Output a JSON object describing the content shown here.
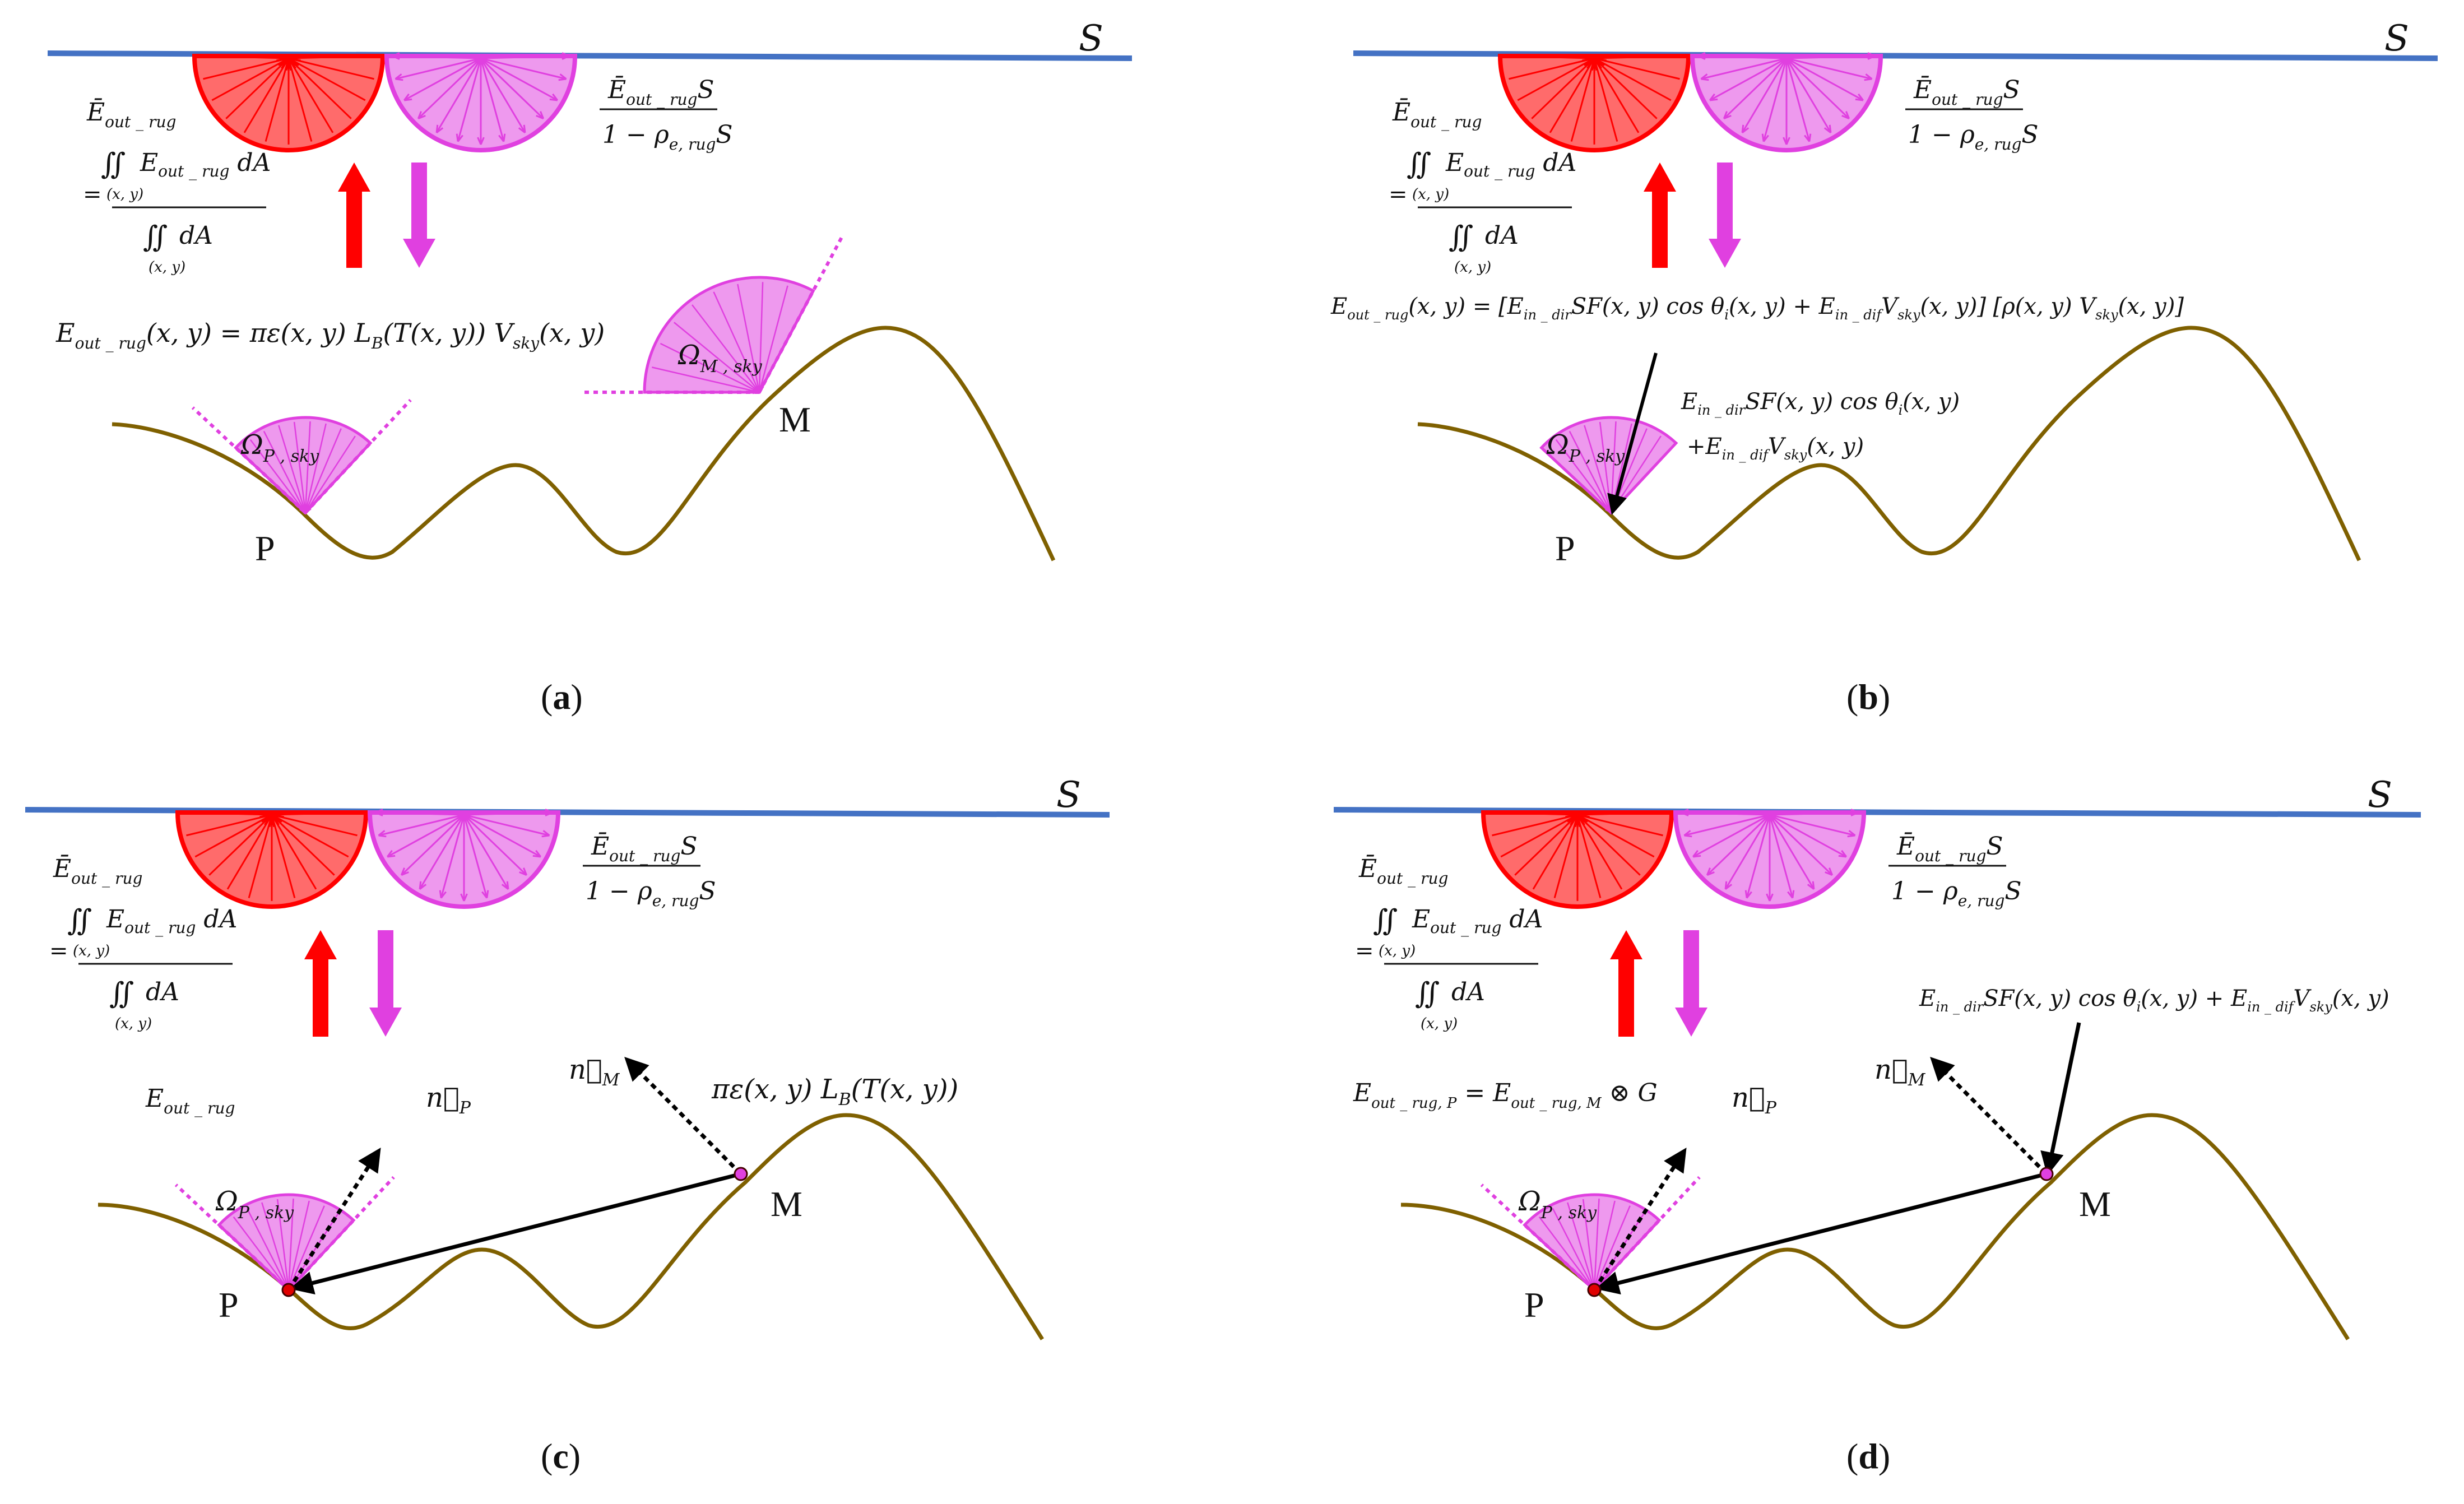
{
  "colors": {
    "surface_line": "#4472C4",
    "terrain": "#7F6000",
    "emit_fill": "#FF6B6B",
    "emit_stroke": "#FF0000",
    "sky_fill": "#EE99EE",
    "sky_stroke": "#E040E0",
    "up_arrow": "#FF0000",
    "down_arrow": "#E040E0",
    "vector": "#000000"
  },
  "panels": [
    {
      "caption": "(a)",
      "s_label": "S",
      "mean_lhs": "Ē_out_rug",
      "mean_rhs_num": "∬_(x,y) E_out_rug dA",
      "mean_rhs_den": "∬_(x,y) dA",
      "ratio_num": "Ē_out_rug S",
      "ratio_den": "1 − ρ_e,rug S",
      "eq_main": "E_out_rug(x, y) = πε(x, y) L_B(T(x, y)) V_sky(x, y)",
      "omega_p": "Ω_P,sky",
      "omega_m": "Ω_M,sky",
      "point_p": "P",
      "point_m": "M"
    },
    {
      "caption": "(b)",
      "s_label": "S",
      "mean_lhs": "Ē_out_rug",
      "mean_rhs_num": "∬_(x,y) E_out_rug dA",
      "mean_rhs_den": "∬_(x,y) dA",
      "ratio_num": "Ē_out_rug S",
      "ratio_den": "1 − ρ_e,rug S",
      "eq_main": "E_out_rug(x, y) = [E_in_dir SF(x, y) cos θ_i(x, y) + E_in_dif V_sky(x, y)] [ρ(x, y) V_sky(x, y)]",
      "eq_incident_1": "E_in_dir SF(x, y) cos θ_i(x, y)",
      "eq_incident_2": "+E_in_dif V_sky(x, y)",
      "omega_p": "Ω_P,sky",
      "point_p": "P"
    },
    {
      "caption": "(c)",
      "s_label": "S",
      "mean_lhs": "Ē_out_rug",
      "mean_rhs_num": "∬_(x,y) E_out_rug dA",
      "mean_rhs_den": "∬_(x,y) dA",
      "ratio_num": "Ē_out_rug S",
      "ratio_den": "1 − ρ_e,rug S",
      "eout_label": "E_out_rug",
      "np_label": "n⃗_P",
      "nm_label": "n⃗_M",
      "eq_m": "πε(x, y) L_B(T(x, y))",
      "omega_p": "Ω_P,sky",
      "point_p": "P",
      "point_m": "M"
    },
    {
      "caption": "(d)",
      "s_label": "S",
      "mean_lhs": "Ē_out_rug",
      "mean_rhs_num": "∬_(x,y) E_out_rug dA",
      "mean_rhs_den": "∬_(x,y) dA",
      "ratio_num": "Ē_out_rug S",
      "ratio_den": "1 − ρ_e,rug S",
      "eq_conv": "E_out_rug,P = E_out_rug,M ⊗ G",
      "eq_incident": "E_in_dir SF(x, y) cos θ_i(x, y) + E_in_dif V_sky(x, y)",
      "np_label": "n⃗_P",
      "nm_label": "n⃗_M",
      "omega_p": "Ω_P,sky",
      "point_p": "P",
      "point_m": "M"
    }
  ]
}
